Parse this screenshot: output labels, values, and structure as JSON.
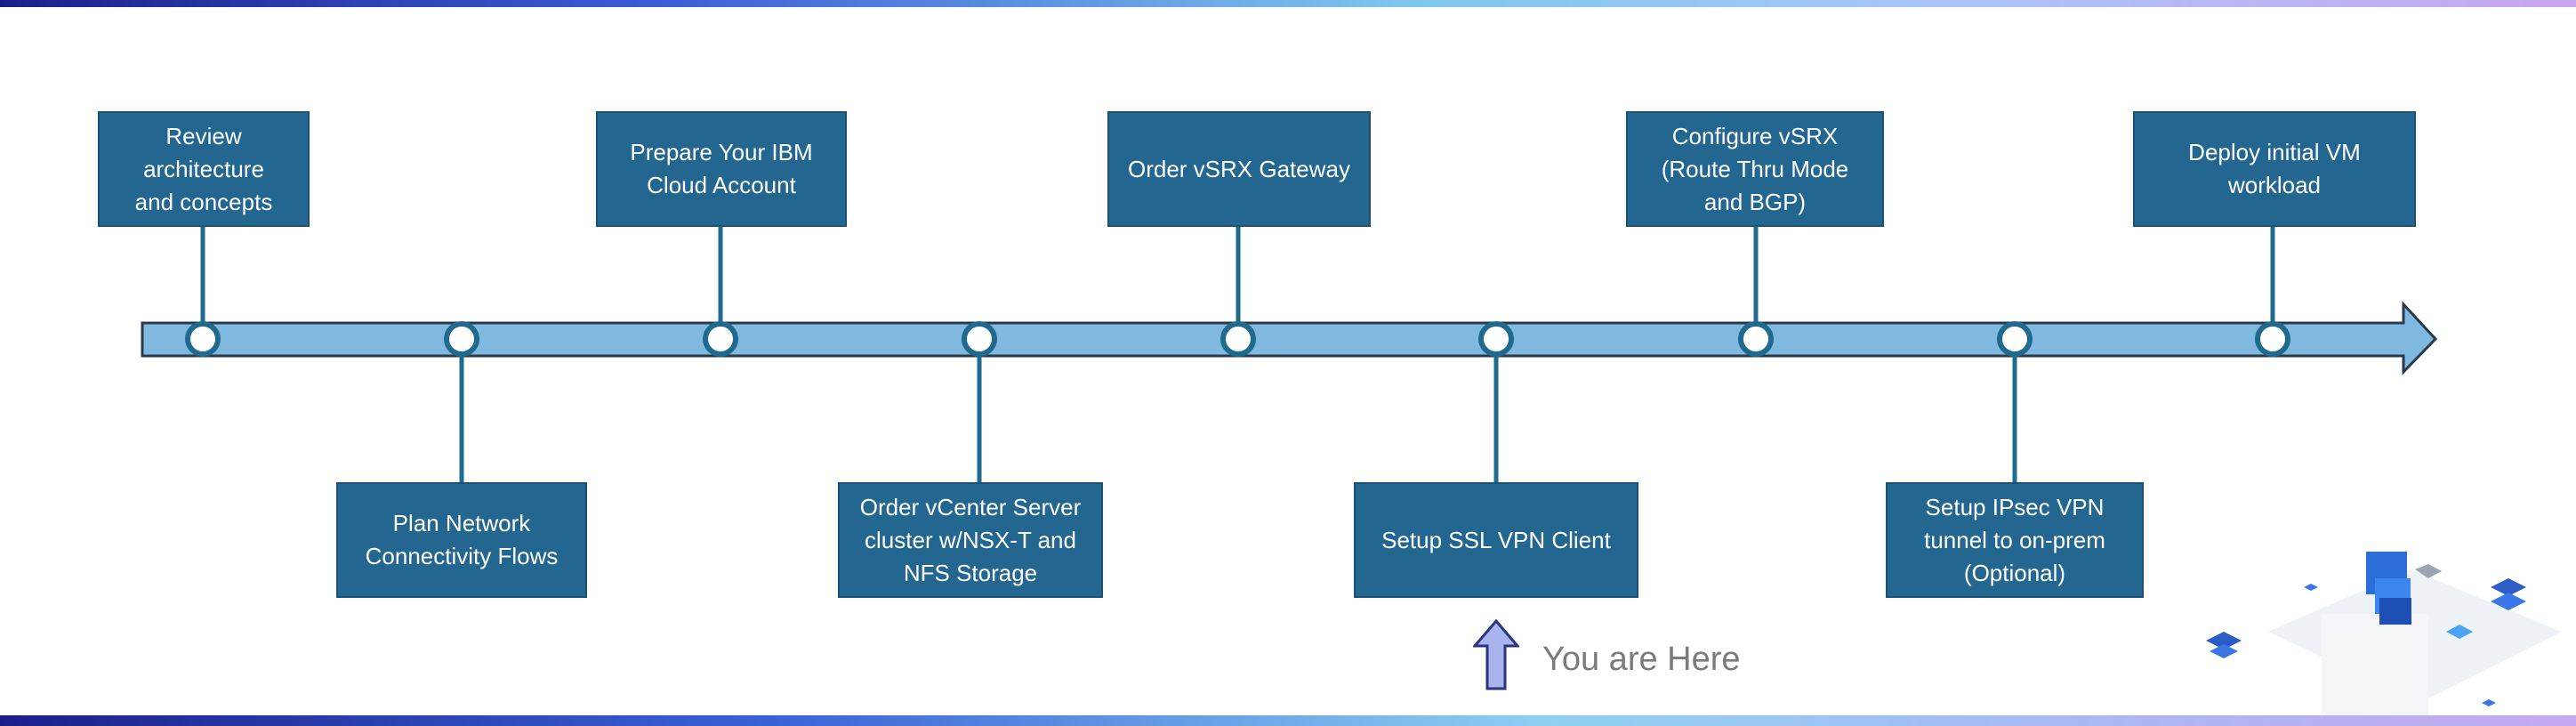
{
  "milestones": [
    {
      "label": "Review\narchitecture\nand concepts"
    },
    {
      "label": "Plan Network\nConnectivity Flows"
    },
    {
      "label": "Prepare Your IBM\nCloud Account"
    },
    {
      "label": "Order vCenter Server\ncluster w/NSX-T and\nNFS Storage"
    },
    {
      "label": "Order vSRX Gateway"
    },
    {
      "label": "Setup SSL VPN Client"
    },
    {
      "label": "Configure vSRX\n(Route Thru Mode\nand BGP)"
    },
    {
      "label": "Setup IPsec VPN\ntunnel to on-prem\n(Optional)"
    },
    {
      "label": "Deploy initial VM\nworkload"
    }
  ],
  "you_are_here": {
    "text": "You are Here"
  },
  "colors": {
    "box": "#236690",
    "arrow": "#7fb9e0",
    "pointer": "#a9b3ee"
  },
  "decoration": {
    "icon": "cloud-server-illustration-icon"
  }
}
